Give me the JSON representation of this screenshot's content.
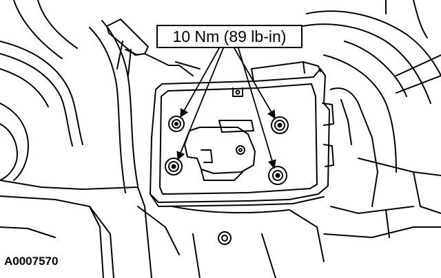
{
  "callout": {
    "torque_label": "10 Nm (89 lb-in)"
  },
  "figure": {
    "id": "A0007570"
  },
  "drawing": {
    "line_color": "#000000",
    "background": "#ffffff",
    "fastener_count": 4
  }
}
